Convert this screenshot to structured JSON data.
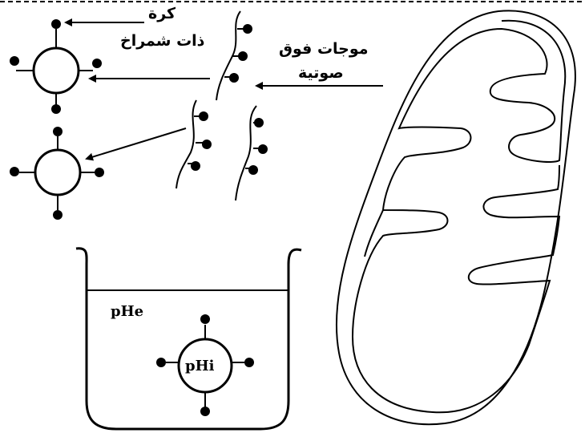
{
  "labels": {
    "sphere_line1": "كرة",
    "sphere_line2": "ذات شمراخ",
    "ultrasound_line1": "موجات فوق",
    "ultrasound_line2": "صوتية",
    "ph_external": "pHe",
    "ph_internal": "pHi"
  },
  "colors": {
    "stroke": "#000000",
    "background": "#ffffff"
  }
}
